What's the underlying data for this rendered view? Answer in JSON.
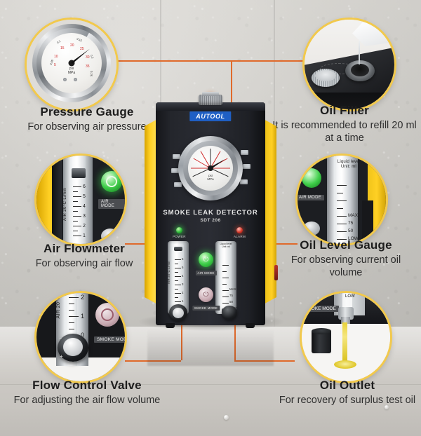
{
  "product": {
    "brand": "AUTOOL",
    "title": "SMOKE LEAK DETECTOR",
    "model": "SDT 206",
    "indicators": [
      {
        "name": "power",
        "label": "POWER",
        "color": "#2fbd3a"
      },
      {
        "name": "alarm",
        "label": "ALARM",
        "color": "#d8392a"
      }
    ],
    "buttons": [
      {
        "name": "air-mode",
        "label": "AIR MODE"
      },
      {
        "name": "smoke-mode",
        "label": "SMOKE MODE"
      }
    ],
    "air_flow_tube": {
      "label": "AIR 20°C   L/min",
      "ticks": [
        "6",
        "5",
        "4",
        "3",
        "2",
        "1"
      ]
    },
    "oil_level_tube": {
      "label": "Liquid level Unit: ml",
      "ticks": [
        "MAX",
        "75",
        "50",
        "LOW"
      ]
    },
    "pressure_gauge": {
      "unit_primary": "psi",
      "unit_secondary": "MPa",
      "psi_ticks": [
        "5",
        "10",
        "15",
        "20",
        "25",
        "30",
        "35"
      ],
      "mpa_ticks": [
        "0.05",
        "0.1",
        "0.15",
        "0.2",
        "0.25"
      ]
    },
    "valve": {
      "label": "AIR 20°C",
      "ticks": [
        "2",
        "1",
        "0"
      ],
      "minus": "−",
      "plus": "+"
    }
  },
  "callouts": [
    {
      "id": "pressure-gauge",
      "title": "Pressure Gauge",
      "subtitle": "For observing air pressure",
      "side": "left"
    },
    {
      "id": "oil-filler",
      "title": "Oil Filler",
      "subtitle": "It is recommended to refill 20 ml at a time",
      "side": "right"
    },
    {
      "id": "air-flowmeter",
      "title": "Air Flowmeter",
      "subtitle": "For observing air flow",
      "side": "left"
    },
    {
      "id": "oil-level-gauge",
      "title": "Oil Level Gauge",
      "subtitle": "For observing current oil volume",
      "side": "right"
    },
    {
      "id": "flow-control-valve",
      "title": "Flow Control Valve",
      "subtitle": "For adjusting the air flow volume",
      "side": "left"
    },
    {
      "id": "oil-outlet",
      "title": "Oil Outlet",
      "subtitle": "For recovery of surplus test oil",
      "side": "right"
    }
  ],
  "colors": {
    "accent_yellow": "#f2c94c",
    "body_yellow": "#ffd024",
    "connector_orange": "#e06a2b",
    "body_black": "#24262c",
    "brand_blue": "#1f5fc4",
    "background": "#d2d0cb"
  }
}
